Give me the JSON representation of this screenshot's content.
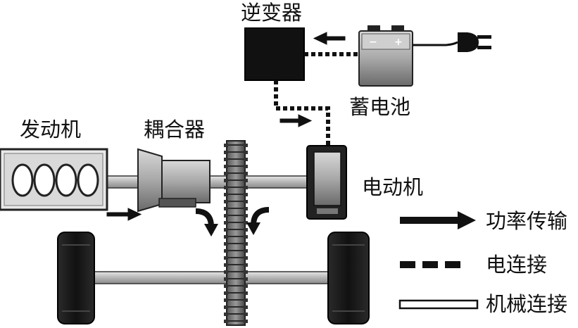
{
  "labels": {
    "inverter": "逆变器",
    "battery": "蓄电池",
    "engine": "发动机",
    "coupler": "耦合器",
    "motor": "电动机"
  },
  "legend": {
    "power_transfer": "功率传输",
    "electrical_connection": "电连接",
    "mechanical_connection": "机械连接"
  },
  "battery_terminals": {
    "negative": "−",
    "positive": "+"
  }
}
